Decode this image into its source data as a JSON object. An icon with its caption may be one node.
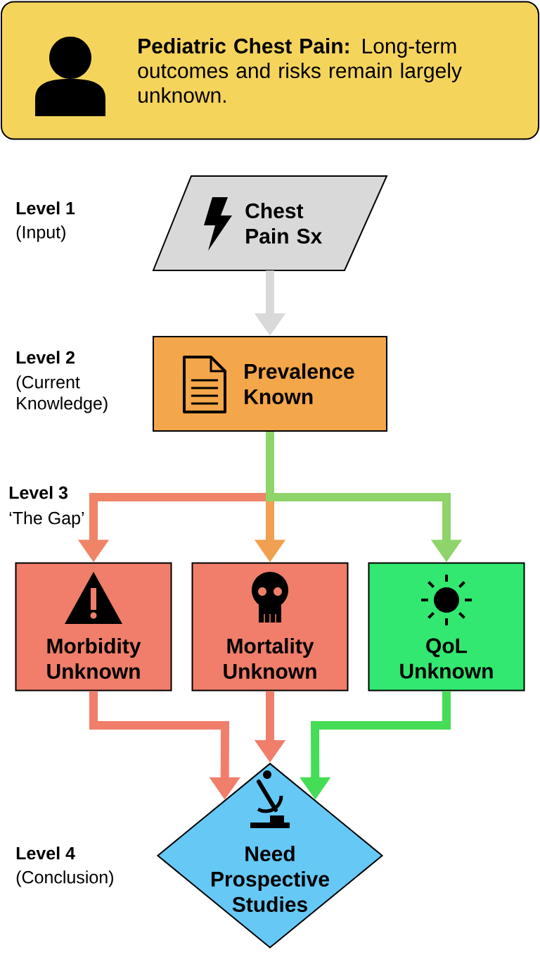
{
  "diagram": {
    "nodes": [
      {
        "text": [
          "**Pediatric Chest Pain:** Long-term outcomes and risks remain largely unknown."
        ]
      },
      {
        "text": [
          "Chest Pain Sx"
        ]
      },
      {
        "text": [
          "Prevalence Known"
        ]
      },
      {
        "text": [
          "Morbidity Unknown"
        ]
      },
      {
        "text": [
          "Mortality Unknown"
        ]
      },
      {
        "text": [
          "QoL Unknown"
        ]
      },
      {
        "text": [
          "Need Prospective Studies"
        ]
      }
    ],
    "edges": [
      {
        "from": 1,
        "to": 2,
        "arrow": "to",
        "color": "#d9d9d9"
      },
      {
        "from": 2,
        "to": 3,
        "arrow": "to",
        "color": "#f08466"
      },
      {
        "from": 2,
        "to": 4,
        "arrow": "to",
        "color": "#f0a050"
      },
      {
        "from": 2,
        "to": 5,
        "arrow": "to",
        "color": "#8fd46a"
      },
      {
        "from": 3,
        "to": 6,
        "arrow": "to",
        "color": "#f07e6b"
      },
      {
        "from": 4,
        "to": 6,
        "arrow": "to",
        "color": "#f07e6b"
      },
      {
        "from": 5,
        "to": 6,
        "arrow": "to",
        "color": "#44dd55"
      }
    ],
    "labels": [
      "Level 1",
      "(Input)",
      "Level 2",
      "(Current Knowledge)",
      "Level 3",
      "‘The Gap’",
      "Level 4",
      "(Conclusion)"
    ]
  }
}
